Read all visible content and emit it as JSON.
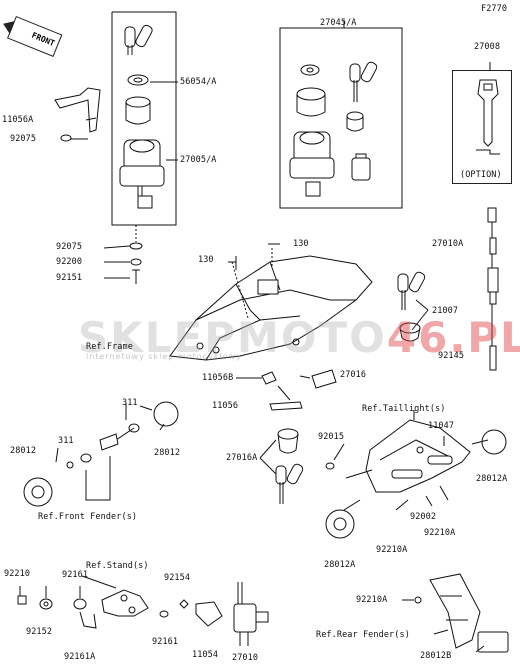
{
  "diagram_id": "F2770",
  "front_badge": "FRONT",
  "option_label": "(OPTION)",
  "watermark": {
    "brand_a": "SKLEP",
    "brand_b": "MOTO",
    "brand_c": "46",
    "brand_d": ".PL",
    "tagline": "internetowy sklep motocyklowy"
  },
  "part_labels": {
    "p27770": "F2770",
    "p27045": "27045/A",
    "p27008": "27008",
    "p56054": "56054/A",
    "p11056a": "11056A",
    "p92075a": "92075",
    "p27005": "27005/A",
    "p92075b": "92075",
    "p92200": "92200",
    "p92151": "92151",
    "p130a": "130",
    "p130b": "130",
    "p27010a": "27010A",
    "p21007": "21007",
    "p92145": "92145",
    "p11056b": "11056B",
    "p27016": "27016",
    "p11056": "11056",
    "p311a": "311",
    "p311b": "311",
    "p28012a": "28012",
    "p28012b": "28012",
    "p27016a": "27016A",
    "p92015": "92015",
    "p11047": "11047",
    "p28012ar": "28012A",
    "p92002": "92002",
    "p92210ac": "92210A",
    "p92210ab": "92210A",
    "p28012al": "28012A",
    "p92210": "92210",
    "p92161a": "92161",
    "p92154": "92154",
    "p92152": "92152",
    "p92161b": "92161",
    "p11054": "11054",
    "p27010": "27010",
    "p92161A": "92161A",
    "p92210ar": "92210A",
    "p28012B": "28012B"
  },
  "references": {
    "frame": "Ref.Frame",
    "taillight": "Ref.Taillight(s)",
    "front_fender": "Ref.Front Fender(s)",
    "stand": "Ref.Stand(s)",
    "rear_fender": "Ref.Rear Fender(s)"
  }
}
